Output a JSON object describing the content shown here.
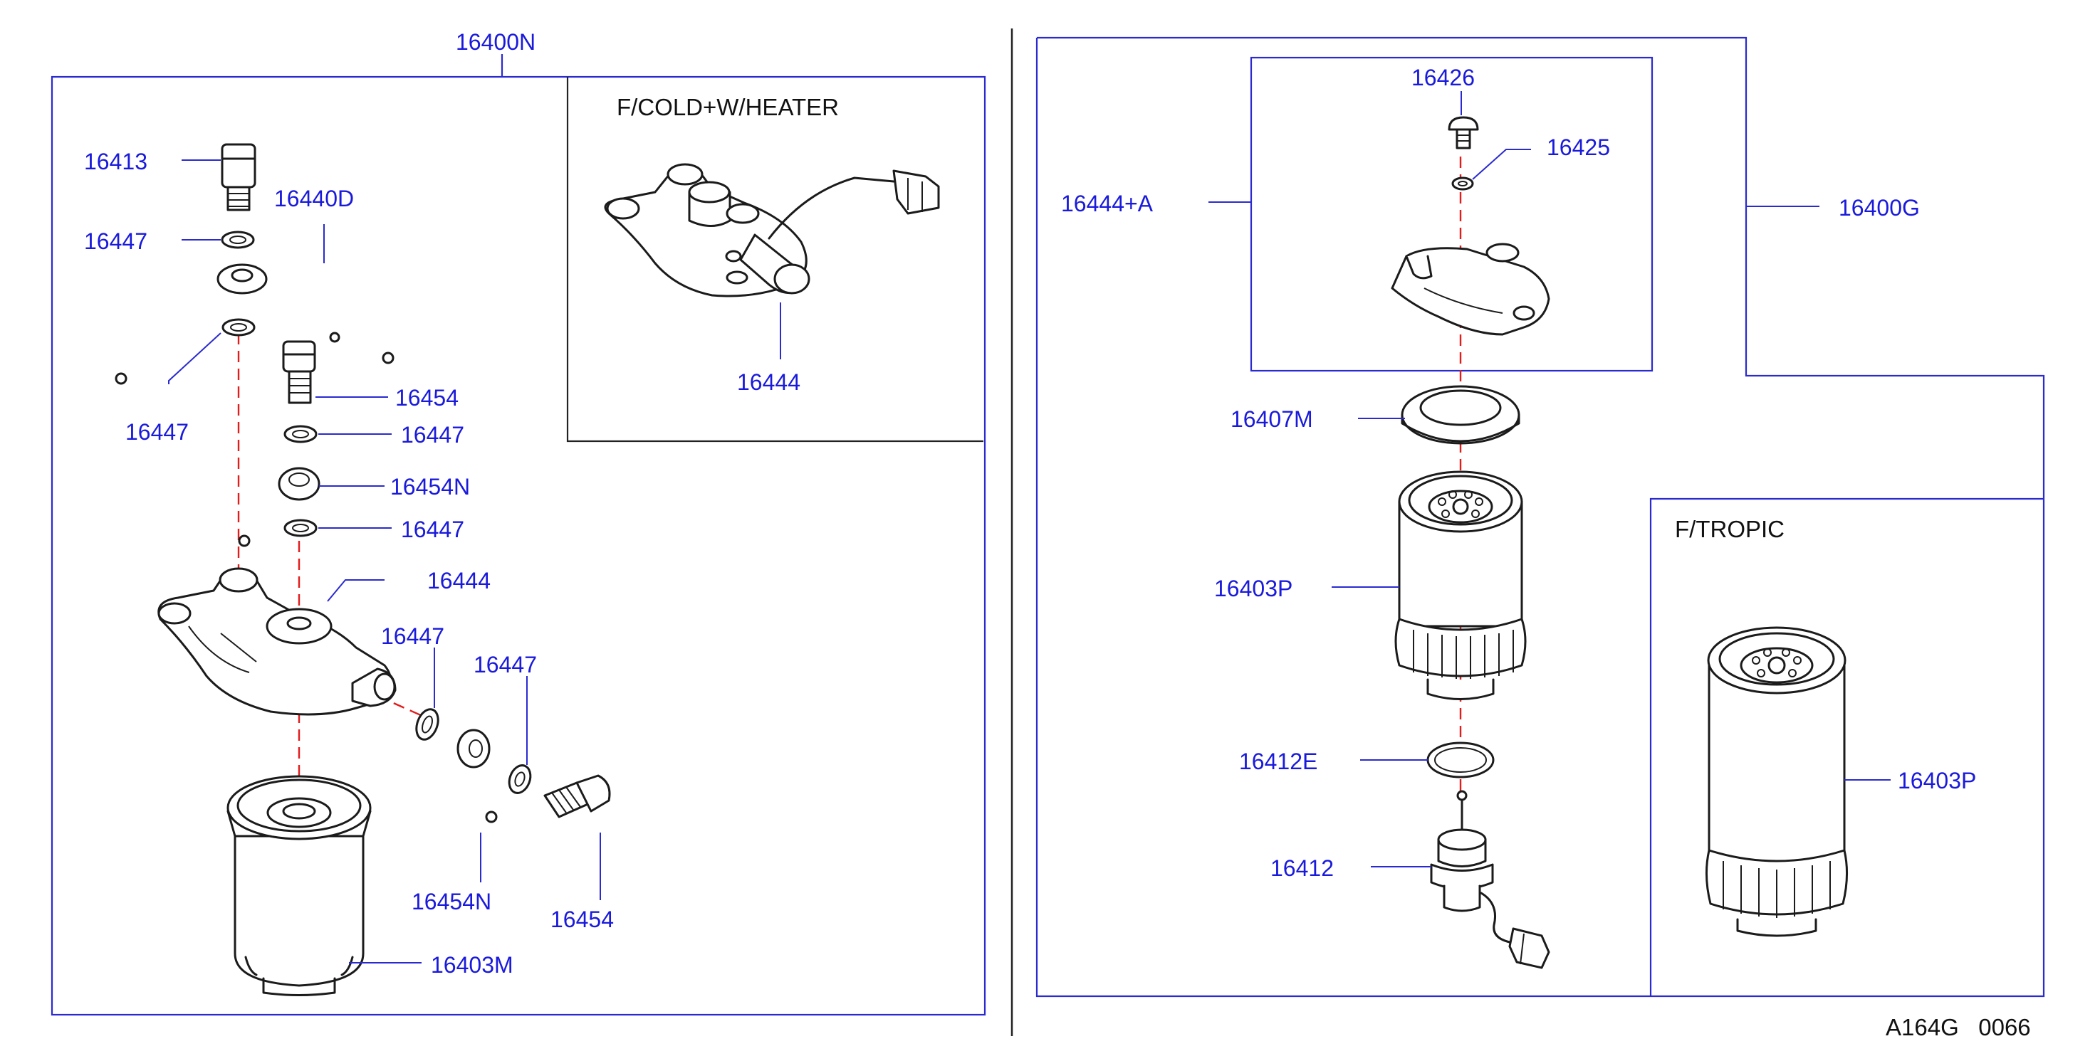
{
  "left_panel": {
    "assembly_label": "16400N",
    "inset_title": "F/COLD+W/HEATER",
    "labels": {
      "p16413": "16413",
      "p16440d": "16440D",
      "p16447_a": "16447",
      "p16447_b": "16447",
      "p16454_a": "16454",
      "p16447_c": "16447",
      "p16454n_a": "16454N",
      "p16447_d": "16447",
      "p16444_main": "16444",
      "p16447_e": "16447",
      "p16447_f": "16447",
      "p16454n_b": "16454N",
      "p16454_b": "16454",
      "p16403m": "16403M",
      "p16444_inset": "16444"
    }
  },
  "right_panel": {
    "assembly_label": "16400G",
    "inset_title": "F/TROPIC",
    "labels": {
      "p16426": "16426",
      "p16425": "16425",
      "p16444a": "16444+A",
      "p16407m": "16407M",
      "p16403p_main": "16403P",
      "p16412e": "16412E",
      "p16412": "16412",
      "p16403p_tropic": "16403P"
    }
  },
  "figure_code": "A164G   0066",
  "colors": {
    "label": "#1a1adc",
    "frame": "#2a2ad0",
    "centerline": "#e31b1b",
    "line": "#1b1b1b"
  }
}
